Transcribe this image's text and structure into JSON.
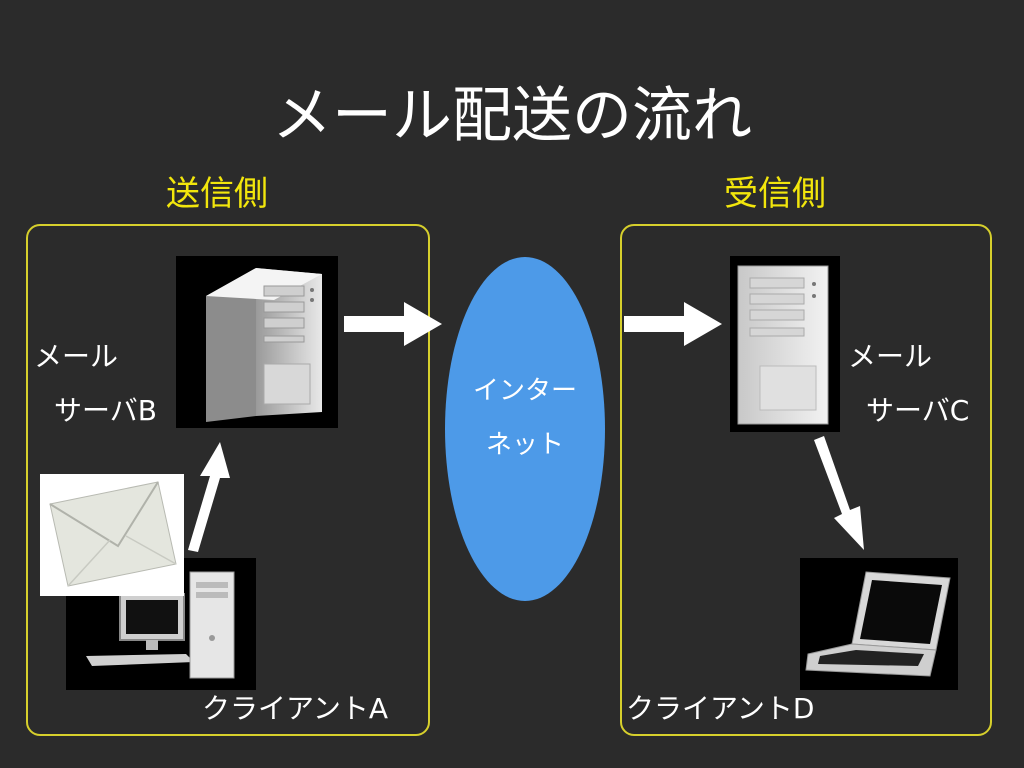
{
  "title": "メール配送の流れ",
  "sender": {
    "heading": "送信側",
    "server_label_line1": "メール",
    "server_label_line2": "サーバB",
    "client_label": "クライアントA"
  },
  "receiver": {
    "heading": "受信側",
    "server_label_line1": "メール",
    "server_label_line2": "サーバC",
    "client_label": "クライアントD"
  },
  "internet": {
    "line1": "インター",
    "line2": "ネット"
  },
  "colors": {
    "background": "#2b2b2b",
    "heading": "#f2e60c",
    "box_border": "#d6cf2c",
    "internet": "#4d9ae8",
    "arrow": "#ffffff"
  },
  "icons": [
    "server-tower-icon",
    "desktop-pc-icon",
    "envelope-icon",
    "laptop-icon",
    "arrow-icon"
  ]
}
